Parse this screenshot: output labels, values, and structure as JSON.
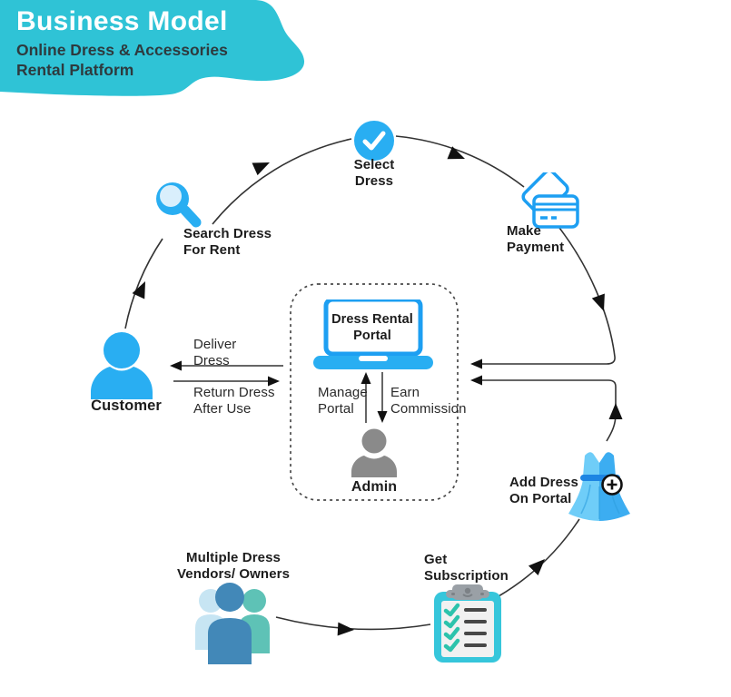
{
  "header": {
    "title": "Business Model",
    "subtitle": "Online Dress & Accessories\nRental Platform"
  },
  "nodes": {
    "select_dress": {
      "label": "Select\nDress",
      "icon": "check-circle-icon"
    },
    "make_payment": {
      "label": "Make\nPayment",
      "icon": "credit-card-icon"
    },
    "search_dress": {
      "label": "Search Dress\nFor Rent",
      "icon": "magnifier-icon"
    },
    "customer": {
      "label": "Customer",
      "icon": "person-icon"
    },
    "portal": {
      "label": "Dress Rental\nPortal",
      "icon": "laptop-icon"
    },
    "admin": {
      "label": "Admin",
      "icon": "person-icon"
    },
    "add_dress": {
      "label": "Add Dress\nOn Portal",
      "icon": "dress-plus-icon"
    },
    "get_subscription": {
      "label": "Get\nSubscription",
      "icon": "clipboard-checklist-icon"
    },
    "vendors": {
      "label": "Multiple Dress\nVendors/ Owners",
      "icon": "people-group-icon"
    }
  },
  "edges": {
    "deliver": {
      "label": "Deliver\nDress"
    },
    "return": {
      "label": "Return Dress\nAfter Use"
    },
    "manage": {
      "label": "Manage\nPortal"
    },
    "earn": {
      "label": "Earn\nCommission"
    }
  },
  "colors": {
    "header_teal": "#2fc3d6",
    "subtitle_dark": "#2e3a3e",
    "text_dark": "#1c1c1c",
    "arrow_dark": "#333333",
    "icon_blue": "#29aef2",
    "icon_blue_light": "#d9effc",
    "outline_blue": "#1d9ff2",
    "dress_light": "#6fcdf8",
    "dress_mid": "#3cadf1",
    "dress_belt": "#1d85e3",
    "admin_gray": "#8a8a8a",
    "clipboard_teal": "#36c6db",
    "clipboard_paper": "#f1f1f1",
    "clip_gray": "#9aa0a6",
    "check_teal": "#2cc3ac",
    "list_line_gray": "#474747",
    "vendor_pale_blue": "#c7e5f3",
    "vendor_teal": "#5ec2b6",
    "vendor_blue": "#4288b8"
  }
}
